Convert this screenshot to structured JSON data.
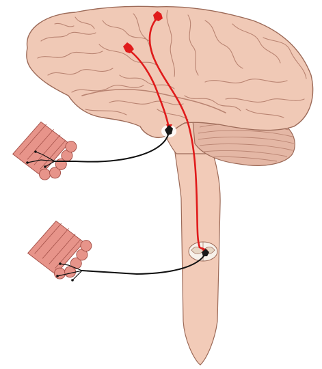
{
  "diagram": {
    "colors": {
      "brain_fill": "#f0c9b6",
      "brain_stroke": "#9c6a58",
      "gyri_stroke": "#b98472",
      "cerebellum_fill": "#e4b7a5",
      "spinal_fill": "#f2cbb8",
      "muscle_fill": "#e7948a",
      "muscle_stroke": "#a6524a",
      "upper_motor_pathway": "#e01b1b",
      "lower_motor_pathway": "#111111",
      "motor_neuron_fill": "#1a1a1a",
      "spinal_section_fill": "#f7f1ea"
    },
    "structures": [
      "cerebrum",
      "cerebellum",
      "brainstem",
      "spinal-cord",
      "spinal-cord-cross-section",
      "muscle-fascicle-bundle-upper",
      "muscle-fascicle-bundle-lower"
    ],
    "pathways": [
      {
        "name": "upper-motor-neuron-to-brainstem",
        "kind": "upper"
      },
      {
        "name": "upper-motor-neuron-to-spinal-cord",
        "kind": "upper"
      },
      {
        "name": "lower-motor-neuron-cranial",
        "kind": "lower"
      },
      {
        "name": "lower-motor-neuron-spinal",
        "kind": "lower"
      }
    ],
    "labels": []
  }
}
